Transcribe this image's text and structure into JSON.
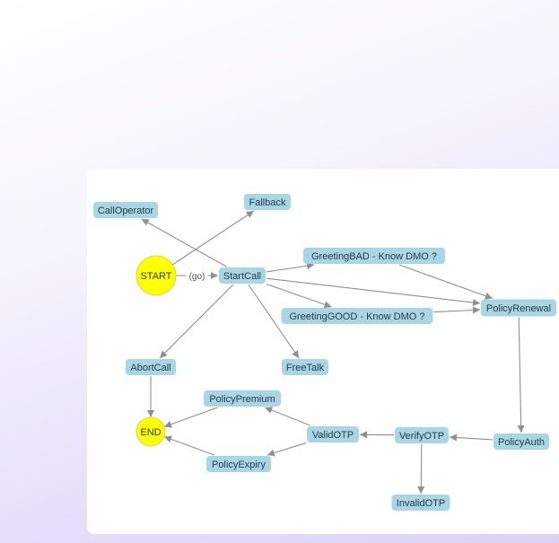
{
  "diagram": {
    "nodes": [
      {
        "id": "START",
        "label": "START",
        "shape": "circle",
        "color": "#ffff00"
      },
      {
        "id": "END",
        "label": "END",
        "shape": "circle",
        "color": "#ffff00"
      },
      {
        "id": "CallOperator",
        "label": "CallOperator",
        "shape": "box"
      },
      {
        "id": "Fallback",
        "label": "Fallback",
        "shape": "box"
      },
      {
        "id": "StartCall",
        "label": "StartCall",
        "shape": "box"
      },
      {
        "id": "GreetingBAD",
        "label": "GreetingBAD - Know DMO ?",
        "shape": "box"
      },
      {
        "id": "GreetingGOOD",
        "label": "GreetingGOOD - Know DMO ?",
        "shape": "box"
      },
      {
        "id": "PolicyRenewal",
        "label": "PolicyRenewal",
        "shape": "box"
      },
      {
        "id": "AbortCall",
        "label": "AbortCall",
        "shape": "box"
      },
      {
        "id": "FreeTalk",
        "label": "FreeTalk",
        "shape": "box"
      },
      {
        "id": "PolicyPremium",
        "label": "PolicyPremium",
        "shape": "box"
      },
      {
        "id": "ValidOTP",
        "label": "ValidOTP",
        "shape": "box"
      },
      {
        "id": "VerifyOTP",
        "label": "VerifyOTP",
        "shape": "box"
      },
      {
        "id": "PolicyAuth",
        "label": "PolicyAuth",
        "shape": "box"
      },
      {
        "id": "PolicyExpiry",
        "label": "PolicyExpiry",
        "shape": "box"
      },
      {
        "id": "InvalidOTP",
        "label": "InvalidOTP",
        "shape": "box"
      }
    ],
    "edges": [
      {
        "from": "START",
        "to": "StartCall",
        "label": "(go)"
      },
      {
        "from": "START",
        "to": "Fallback"
      },
      {
        "from": "StartCall",
        "to": "CallOperator"
      },
      {
        "from": "StartCall",
        "to": "GreetingBAD"
      },
      {
        "from": "StartCall",
        "to": "PolicyRenewal"
      },
      {
        "from": "StartCall",
        "to": "GreetingGOOD"
      },
      {
        "from": "StartCall",
        "to": "AbortCall"
      },
      {
        "from": "StartCall",
        "to": "FreeTalk"
      },
      {
        "from": "GreetingBAD",
        "to": "PolicyRenewal"
      },
      {
        "from": "GreetingGOOD",
        "to": "PolicyRenewal"
      },
      {
        "from": "PolicyRenewal",
        "to": "PolicyAuth"
      },
      {
        "from": "PolicyAuth",
        "to": "VerifyOTP"
      },
      {
        "from": "VerifyOTP",
        "to": "ValidOTP"
      },
      {
        "from": "VerifyOTP",
        "to": "InvalidOTP"
      },
      {
        "from": "ValidOTP",
        "to": "PolicyPremium"
      },
      {
        "from": "ValidOTP",
        "to": "PolicyExpiry"
      },
      {
        "from": "PolicyPremium",
        "to": "END"
      },
      {
        "from": "PolicyExpiry",
        "to": "END"
      },
      {
        "from": "AbortCall",
        "to": "END"
      }
    ],
    "node_color": "#a9d6e5",
    "edge_color": "#8f8f8f"
  }
}
